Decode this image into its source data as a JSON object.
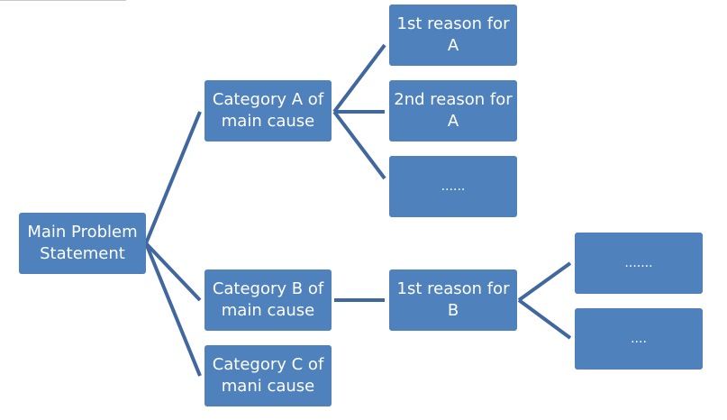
{
  "diagram": {
    "root": {
      "label": "Main Problem\nStatement"
    },
    "categories": [
      {
        "label": "Category A of\nmain cause"
      },
      {
        "label": "Category B of\nmain cause"
      },
      {
        "label": "Category C of\nmani cause"
      }
    ],
    "reasons_a": [
      {
        "label": "1st reason for\nA"
      },
      {
        "label": "2nd reason for\nA"
      },
      {
        "label": "......"
      }
    ],
    "reasons_b": [
      {
        "label": "1st reason for\nB"
      }
    ],
    "sub_reasons_b": [
      {
        "label": "......."
      },
      {
        "label": "...."
      }
    ],
    "colors": {
      "node_fill": "#4f81bd",
      "connector": "#41679f",
      "text": "#ffffff"
    }
  }
}
